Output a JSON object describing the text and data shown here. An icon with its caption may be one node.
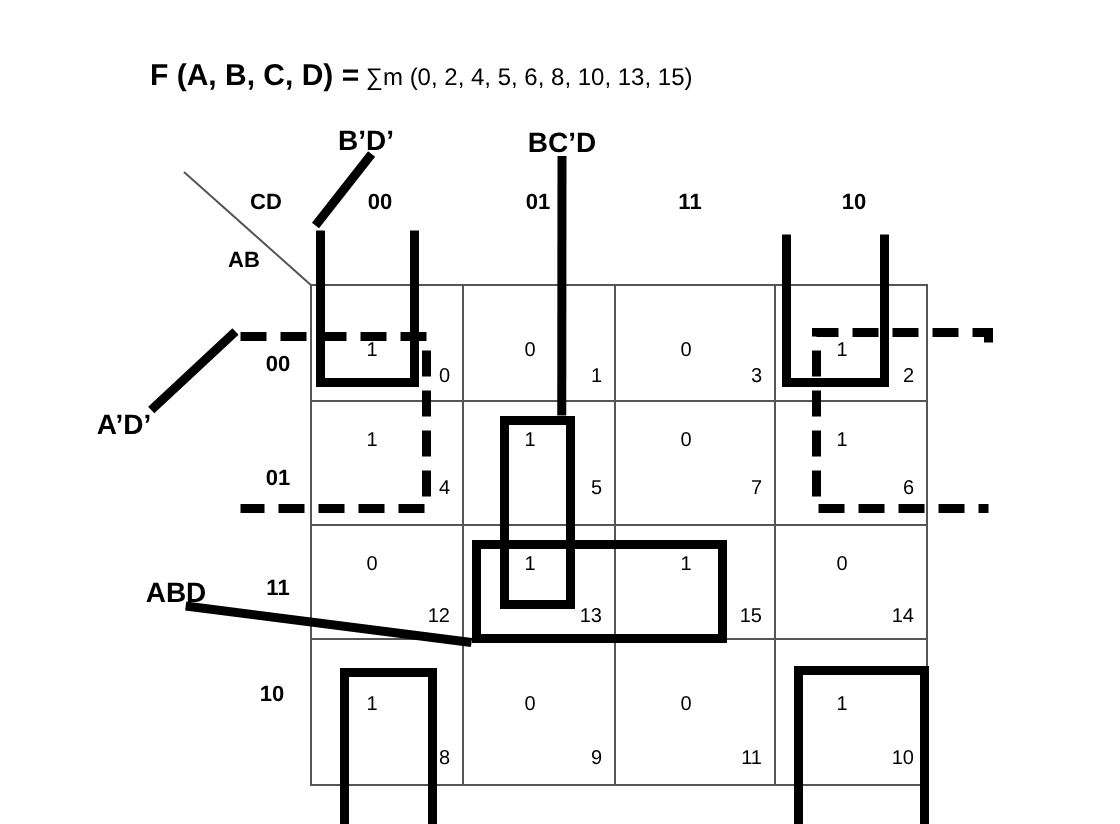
{
  "diagram": {
    "title": "**F (A, B, C, D) =** ∑m (0, 2, 4, 5, 6, 8, 10, 13, 15)",
    "nodes": [
      {
        "text": [
          "B’D’"
        ]
      },
      {
        "text": [
          "BC’D"
        ]
      },
      {
        "text": [],
        "shape": "box"
      },
      {
        "text": [],
        "shape": "box"
      },
      {
        "text": [],
        "shape": "box"
      },
      {
        "text": [],
        "shape": "box"
      },
      {
        "text": [],
        "shape": "box"
      },
      {
        "text": [
          "A’D’"
        ]
      },
      {
        "text": [],
        "shape": "box"
      },
      {
        "text": [
          "ABD"
        ]
      },
      {
        "text": [],
        "shape": "box"
      },
      {
        "text": [],
        "shape": "box"
      }
    ],
    "edges": [
      {
        "from": 0,
        "to": 2,
        "arrow": "none"
      },
      {
        "from": 1,
        "to": 6,
        "arrow": "none"
      },
      {
        "from": 7,
        "to": 4,
        "arrow": "none"
      },
      {
        "from": 9,
        "to": 8,
        "arrow": "none"
      }
    ],
    "labels": [
      "CD",
      "00",
      "01",
      "11",
      "10",
      "AB",
      "00",
      "1",
      "0",
      "0",
      "1",
      "0",
      "3",
      "1",
      "2",
      "01",
      "1",
      "4",
      "1",
      "5",
      "0",
      "7",
      "1",
      "6",
      "11",
      "0",
      "12",
      "1",
      "13",
      "1",
      "15",
      "0",
      "14",
      "10",
      "1",
      "8",
      "0",
      "9",
      "0",
      "11",
      "1",
      "10"
    ]
  }
}
